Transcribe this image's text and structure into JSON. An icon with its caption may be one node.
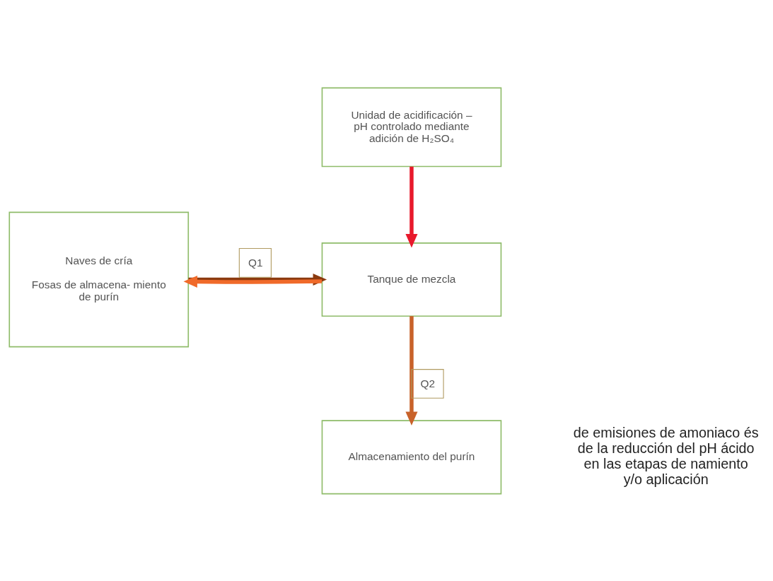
{
  "diagram": {
    "nodes": [
      {
        "text": [
          "Naves de cría",
          "Fosas de almacena- miento de purín"
        ]
      },
      {
        "text": [
          "Unidad de acidificación – pH controlado mediante adición de H₂SO₄"
        ]
      },
      {
        "text": [
          "Tanque de mezcla"
        ]
      },
      {
        "text": [
          "Almacenamiento del purín"
        ]
      }
    ],
    "edges": [
      {
        "from": 0,
        "to": 2,
        "arrow": "to",
        "label": "Q1",
        "color": "#8b3a0f"
      },
      {
        "from": 2,
        "to": 0,
        "arrow": "to",
        "color": "#f06a2a"
      },
      {
        "from": 1,
        "to": 2,
        "arrow": "to",
        "color": "#e8192c"
      },
      {
        "from": 2,
        "to": 3,
        "arrow": "to",
        "label": "Q2",
        "color": "#c8622a"
      }
    ],
    "labels": [
      "de emisiones de amoniaco és de la reducción del pH ácido en las etapas de namiento y/o aplicación"
    ]
  }
}
